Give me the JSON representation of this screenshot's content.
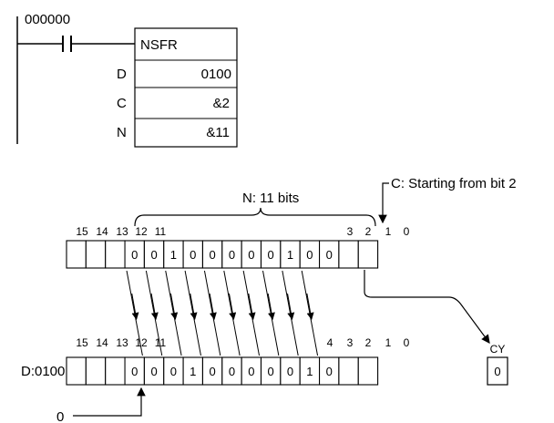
{
  "ladder": {
    "contact_address": "000000",
    "instruction": "NSFR",
    "operands": [
      {
        "name": "D",
        "value": "0100"
      },
      {
        "name": "C",
        "value": "&2"
      },
      {
        "name": "N",
        "value": "&11"
      }
    ]
  },
  "shift": {
    "n_label": "N: 11 bits",
    "c_label": "C: Starting from bit 2",
    "bit_numbers_top": [
      "15",
      "14",
      "13",
      "12",
      "11",
      "3",
      "2",
      "1",
      "0"
    ],
    "bit_numbers_bottom": [
      "15",
      "14",
      "13",
      "12",
      "11",
      "4",
      "3",
      "2",
      "1",
      "0"
    ],
    "source_bits": [
      "",
      "",
      "",
      "0",
      "0",
      "1",
      "0",
      "0",
      "0",
      "0",
      "0",
      "1",
      "0",
      "0",
      "",
      ""
    ],
    "result_bits": [
      "",
      "",
      "",
      "0",
      "0",
      "0",
      "1",
      "0",
      "0",
      "0",
      "0",
      "0",
      "1",
      "0",
      "",
      ""
    ],
    "dest_label": "D:0100",
    "carry_label": "CY",
    "carry_value": "0",
    "fill_value": "0"
  }
}
